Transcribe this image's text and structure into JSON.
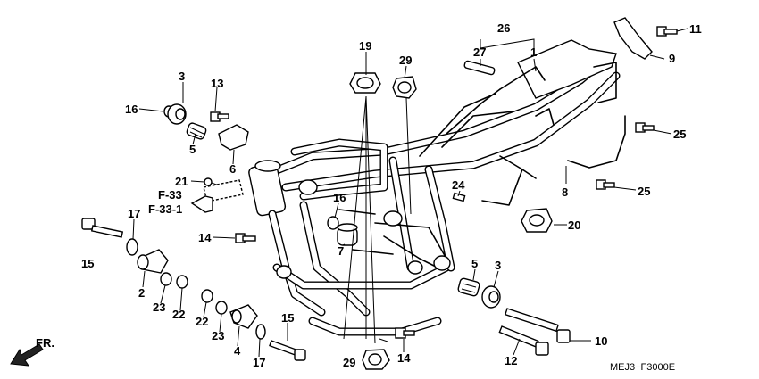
{
  "diagram": {
    "drawing_code": "MEJ3−F3000E",
    "direction_label": "FR.",
    "references": [
      "F-33",
      "F-33-1"
    ],
    "callouts": {
      "p1": "1",
      "p2": "2",
      "p3a": "3",
      "p3b": "3",
      "p4": "4",
      "p5a": "5",
      "p5b": "5",
      "p6": "6",
      "p7": "7",
      "p8": "8",
      "p9": "9",
      "p10": "10",
      "p11": "11",
      "p12": "12",
      "p13": "13",
      "p14a": "14",
      "p14b": "14",
      "p15a": "15",
      "p15b": "15",
      "p16a": "16",
      "p16b": "16",
      "p17a": "17",
      "p17b": "17",
      "p19": "19",
      "p20": "20",
      "p21": "21",
      "p22a": "22",
      "p22b": "22",
      "p23a": "23",
      "p23b": "23",
      "p24": "24",
      "p25a": "25",
      "p25b": "25",
      "p26": "26",
      "p27": "27",
      "p29a": "29",
      "p29b": "29"
    }
  }
}
